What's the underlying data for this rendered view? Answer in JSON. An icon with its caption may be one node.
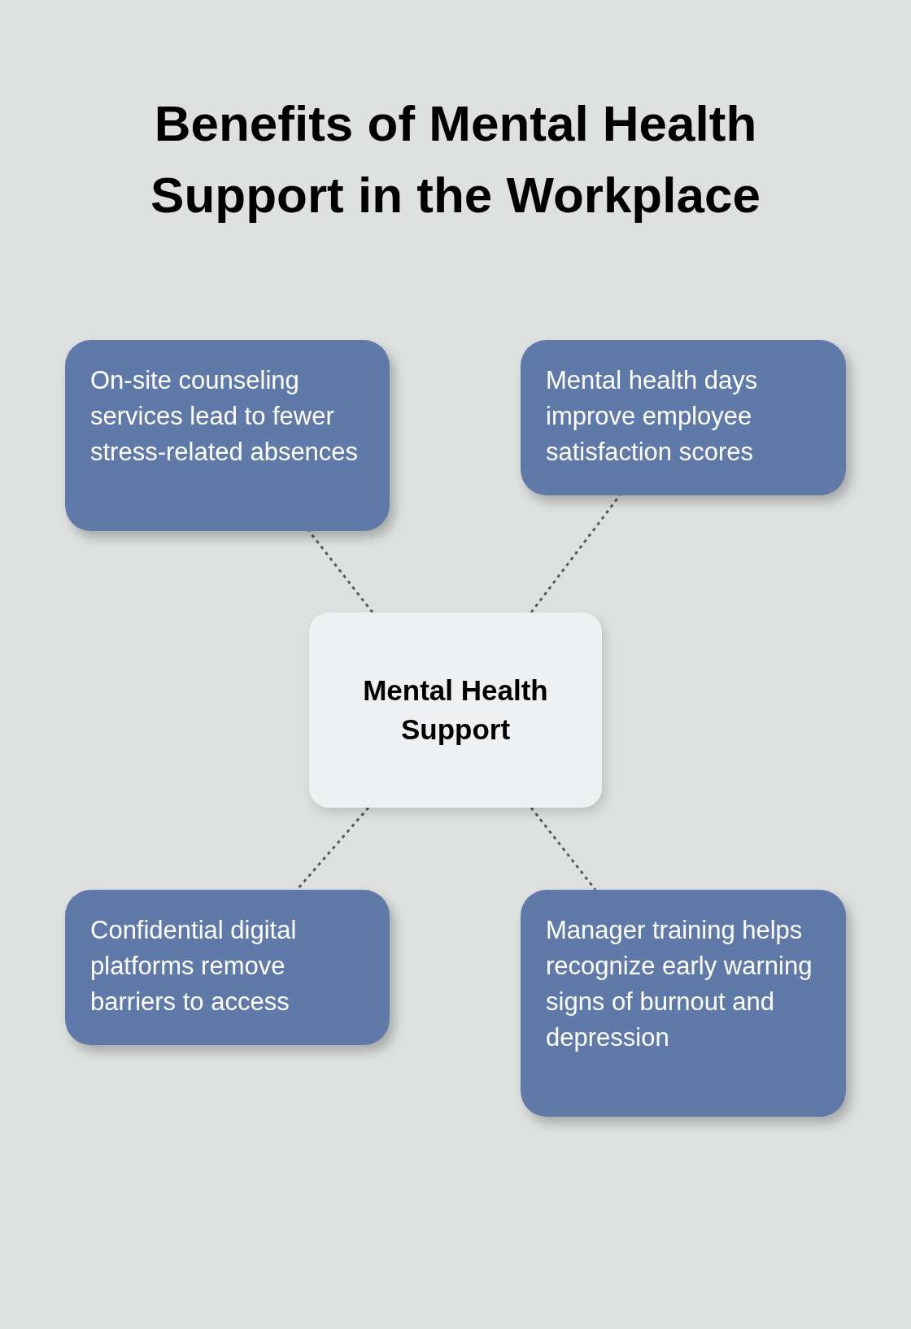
{
  "diagram": {
    "title": "Benefits of Mental Health Support in the Workplace",
    "nodes": [
      {
        "text": [
          "On-site counseling services lead to fewer stress-related absences"
        ]
      },
      {
        "text": [
          "Mental health days improve employee satisfaction scores"
        ]
      },
      {
        "text": [
          "Mental Health Support"
        ]
      },
      {
        "text": [
          "Confidential digital platforms remove barriers to access"
        ]
      },
      {
        "text": [
          "Manager training helps recognize early warning signs of burnout and depression"
        ]
      }
    ],
    "edges": [
      {
        "from": 2,
        "to": 0,
        "arrow": "none",
        "style": "dashed"
      },
      {
        "from": 2,
        "to": 1,
        "arrow": "none",
        "style": "dashed"
      },
      {
        "from": 2,
        "to": 3,
        "arrow": "none",
        "style": "dashed"
      },
      {
        "from": 2,
        "to": 4,
        "arrow": "none",
        "style": "dashed"
      }
    ]
  }
}
